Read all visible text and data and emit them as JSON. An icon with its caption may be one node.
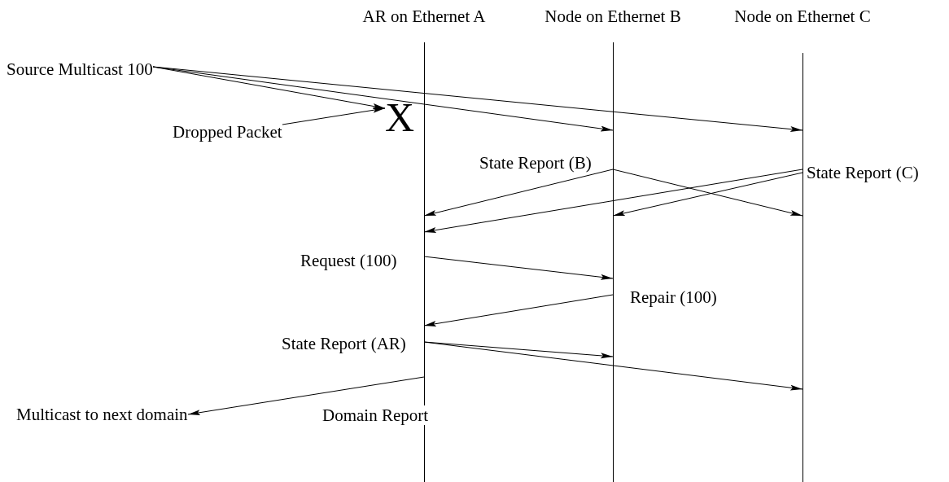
{
  "diagram": {
    "nodes": [
      {
        "text": [
          "AR on Ethernet A"
        ]
      },
      {
        "text": [
          "Node on Ethernet B"
        ]
      },
      {
        "text": [
          "Node on Ethernet C"
        ]
      },
      {
        "text": [
          "Source Multicast 100"
        ]
      },
      {
        "text": [
          "Dropped Packet"
        ]
      },
      {
        "text": [
          "X"
        ]
      },
      {
        "text": [
          "Multicast to next domain"
        ]
      }
    ],
    "edges": [
      {
        "from": 3,
        "to": 5,
        "arrow": "to"
      },
      {
        "from": 3,
        "to": 1,
        "arrow": "to"
      },
      {
        "from": 3,
        "to": 2,
        "arrow": "to"
      },
      {
        "from": 4,
        "to": 5,
        "arrow": "to"
      },
      {
        "from": 1,
        "to": 0,
        "arrow": "to",
        "label": "State Report (B)"
      },
      {
        "from": 1,
        "to": 2,
        "arrow": "to"
      },
      {
        "from": 2,
        "to": 0,
        "arrow": "to",
        "label": "State Report (C)"
      },
      {
        "from": 2,
        "to": 1,
        "arrow": "to"
      },
      {
        "from": 0,
        "to": 1,
        "arrow": "to",
        "label": "Request (100)"
      },
      {
        "from": 1,
        "to": 0,
        "arrow": "to",
        "label": "Repair (100)"
      },
      {
        "from": 0,
        "to": 1,
        "arrow": "to",
        "label": "State Report (AR)"
      },
      {
        "from": 0,
        "to": 2,
        "arrow": "to"
      },
      {
        "from": 0,
        "to": 6,
        "arrow": "to",
        "label": "Domain Report"
      }
    ]
  }
}
